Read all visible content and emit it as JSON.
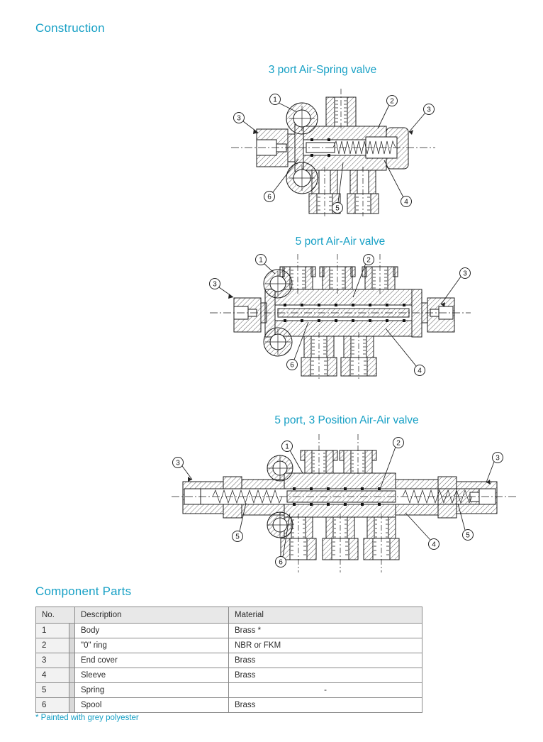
{
  "colors": {
    "accent": "#17a0c5",
    "drawing_line": "#1c1c1c"
  },
  "construction": {
    "title": "Construction"
  },
  "diagrams": [
    {
      "id": "3-port-air-spring-valve",
      "title": "3 port Air-Spring valve",
      "callouts": [
        "1",
        "2",
        "3",
        "3",
        "4",
        "5",
        "6"
      ]
    },
    {
      "id": "5-port-air-air-valve",
      "title": "5 port Air-Air valve",
      "callouts": [
        "1",
        "2",
        "3",
        "3",
        "4",
        "6"
      ]
    },
    {
      "id": "5-port-3-position-air-air-valve",
      "title": "5 port, 3 Position Air-Air valve",
      "callouts": [
        "1",
        "2",
        "3",
        "3",
        "4",
        "5",
        "5",
        "6"
      ]
    }
  ],
  "parts": {
    "title": "Component Parts",
    "headers": [
      "No.",
      "Description",
      "Material"
    ],
    "rows": [
      {
        "no": "1",
        "description": "Body",
        "material": "Brass *"
      },
      {
        "no": "2",
        "description": "\"0\" ring",
        "material": "NBR or FKM"
      },
      {
        "no": "3",
        "description": "End cover",
        "material": "Brass"
      },
      {
        "no": "4",
        "description": "Sleeve",
        "material": "Brass"
      },
      {
        "no": "5",
        "description": "Spring",
        "material": "-"
      },
      {
        "no": "6",
        "description": "Spool",
        "material": "Brass"
      }
    ],
    "footnote": "* Painted with grey polyester"
  }
}
